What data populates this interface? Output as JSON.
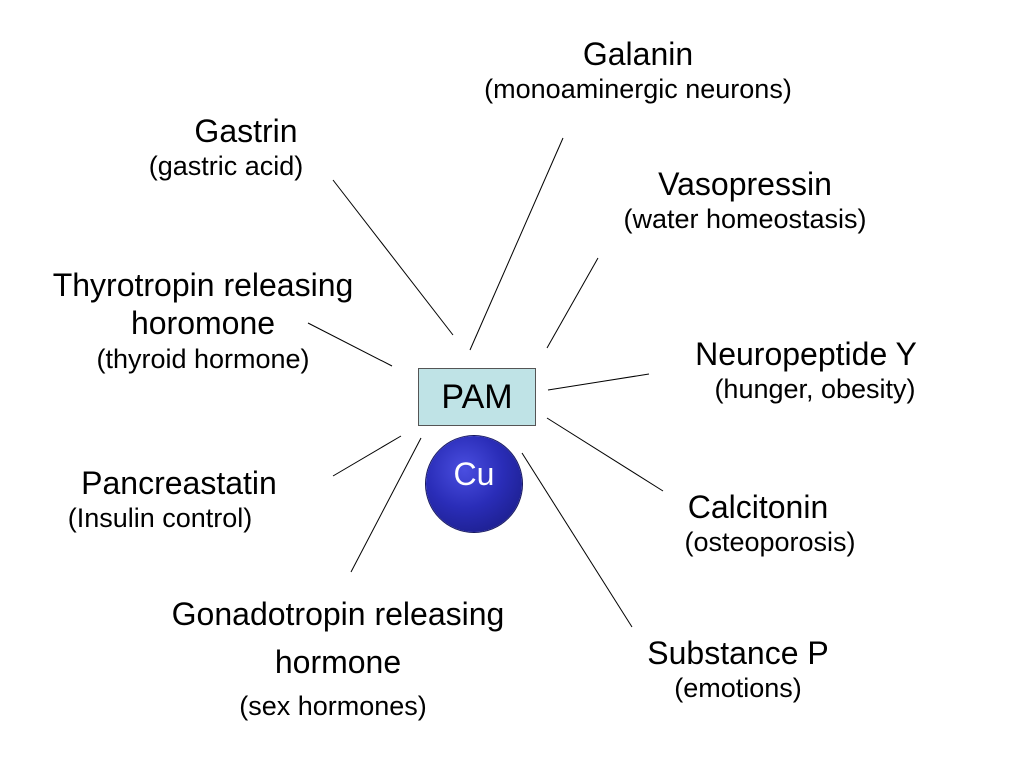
{
  "center": {
    "enzyme": "PAM",
    "cofactor": "Cu"
  },
  "nodes": [
    {
      "id": "galanin",
      "name": "Galanin",
      "desc": "(monoaminergic neurons)"
    },
    {
      "id": "gastrin",
      "name": "Gastrin",
      "desc": "(gastric acid)"
    },
    {
      "id": "vasopressin",
      "name": "Vasopressin",
      "desc": "(water homeostasis)"
    },
    {
      "id": "thyrotropin",
      "name": "Thyrotropin releasing horomone",
      "desc": "(thyroid hormone)"
    },
    {
      "id": "neuropeptide-y",
      "name": "Neuropeptide Y",
      "desc": "(hunger, obesity)"
    },
    {
      "id": "pancreastatin",
      "name": "Pancreastatin",
      "desc": "(Insulin control)"
    },
    {
      "id": "calcitonin",
      "name": "Calcitonin",
      "desc": "(osteoporosis)"
    },
    {
      "id": "gonadotropin",
      "name": "Gonadotropin releasing hormone",
      "desc": "(sex hormones)"
    },
    {
      "id": "substance-p",
      "name": "Substance P",
      "desc": "(emotions)"
    }
  ],
  "colors": {
    "pam_box_fill": "#bfe3e6",
    "cu_ball": "#2a2db8",
    "cu_text": "#ffffff",
    "connector": "#000000"
  }
}
